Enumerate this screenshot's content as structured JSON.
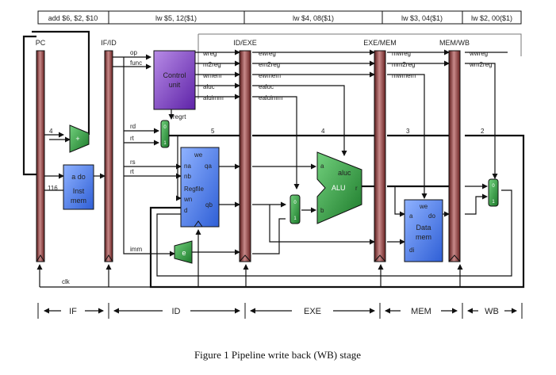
{
  "instructions": [
    "add $6, $2, $10",
    "lw $5, 12($1)",
    "lw $4, 08($1)",
    "lw $3, 04($1)",
    "lw $2, 00($1)"
  ],
  "registers": {
    "pc": "PC",
    "if_id": "IF/ID",
    "id_exe": "ID/EXE",
    "exe_mem": "EXE/MEM",
    "mem_wb": "MEM/WB"
  },
  "components": {
    "adder": "+",
    "inst_mem": {
      "ports": "a  do",
      "line1": "Inst",
      "line2": "mem"
    },
    "control_unit": {
      "line1": "Control",
      "line2": "unit"
    },
    "regfile": {
      "we": "we",
      "na": "na",
      "qa": "qa",
      "nb": "nb",
      "name": "Regfile",
      "wn": "wn",
      "qb": "qb",
      "d": "d"
    },
    "mux": {
      "zero": "0",
      "one": "1"
    },
    "alu": {
      "a": "a",
      "b": "b",
      "aluc": "aluc",
      "name": "ALU",
      "r": "r"
    },
    "data_mem": {
      "we": "we",
      "a": "a",
      "do": "do",
      "line1": "Data",
      "line2": "mem",
      "di": "di"
    },
    "extend": "e"
  },
  "signals": {
    "op": "op",
    "func": "func",
    "rd": "rd",
    "rt": "rt",
    "rs": "rs",
    "imm": "imm",
    "regrt": "regrt",
    "four": "4",
    "pc_width": "116",
    "clk": "clk",
    "wreg": "wreg",
    "m2reg": "m2reg",
    "wmem": "wmem",
    "aluc": "aluc",
    "aluimm": "aluimm",
    "ewreg": "ewreg",
    "em2reg": "em2reg",
    "ewmem": "ewmem",
    "ealuc": "ealuc",
    "ealuimm": "ealuimm",
    "mwreg": "mwreg",
    "mm2reg": "mm2reg",
    "mwmem": "mwmem",
    "wwreg": "wwreg",
    "wm2reg": "wm2reg",
    "rn_id": "5",
    "rn_exe": "4",
    "rn_mem": "3",
    "rn_wb": "2"
  },
  "stages": [
    "IF",
    "ID",
    "EXE",
    "MEM",
    "WB"
  ],
  "caption": "Figure 1 Pipeline write back (WB) stage",
  "colors": {
    "pipeline_register": "#a05050",
    "memory_block": "#4a78e8",
    "control_unit": "#8a4fcf",
    "mux_alu": "#2f9a3d"
  }
}
